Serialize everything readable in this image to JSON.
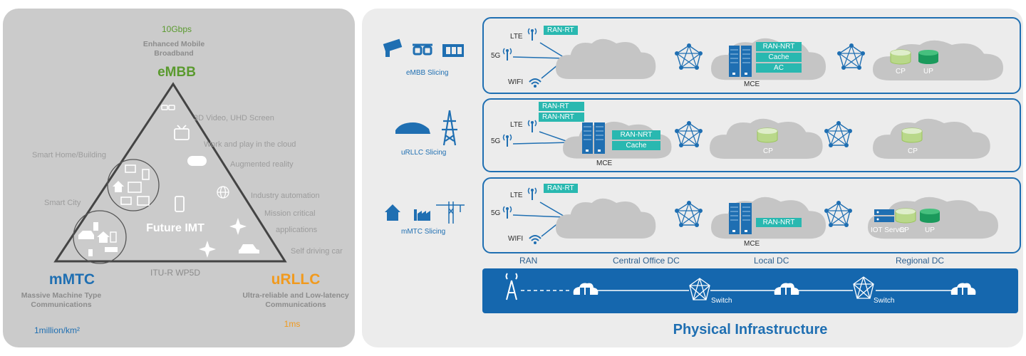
{
  "left": {
    "embb_speed": "10Gbps",
    "embb_desc": "Enhanced Mobile Broadband",
    "embb_label": "eMBB",
    "mmtc_label": "mMTC",
    "mmtc_desc": "Massive Machine Type Communications",
    "mmtc_density": "1million/km²",
    "urllc_label": "uRLLC",
    "urllc_desc": "Ultra-reliable and Low-latency Communications",
    "urllc_latency": "1ms",
    "center": "Future IMT",
    "bottom": "ITU-R WP5D",
    "apps": {
      "video": "3D Video, UHD Screen",
      "cloud": "Work and play in the cloud",
      "ar": "Augmented reality",
      "smarthome": "Smart Home/Building",
      "smartcity": "Smart City",
      "industry": "Industry automation",
      "mission1": "Mission critical",
      "mission2": "applications",
      "selfdriving": "Self driving car"
    }
  },
  "right": {
    "rows": [
      {
        "slice": "eMBB Slicing",
        "mce": "MCE"
      },
      {
        "slice": "uRLLC Slicing",
        "mce": "MCE"
      },
      {
        "slice": "mMTC Slicing",
        "mce": "MCE"
      }
    ],
    "radio": {
      "lte": "LTE",
      "g5": "5G",
      "wifi": "WIFI"
    },
    "tags": {
      "ran_rt": "RAN-RT",
      "ran_nrt": "RAN-NRT",
      "cache": "Cache",
      "ac": "AC"
    },
    "cp": "CP",
    "up": "UP",
    "iot": "IOT Server",
    "columns": {
      "ran": "RAN",
      "central": "Central Office DC",
      "local": "Local DC",
      "regional": "Regional DC"
    },
    "switch": "Switch",
    "physical": "Physical Infrastructure"
  },
  "colors": {
    "embb": "#5a9a2e",
    "mmtc": "#1f6fb2",
    "urllc": "#f19a1e",
    "teal": "#29b8b0",
    "blue": "#1567ae"
  }
}
